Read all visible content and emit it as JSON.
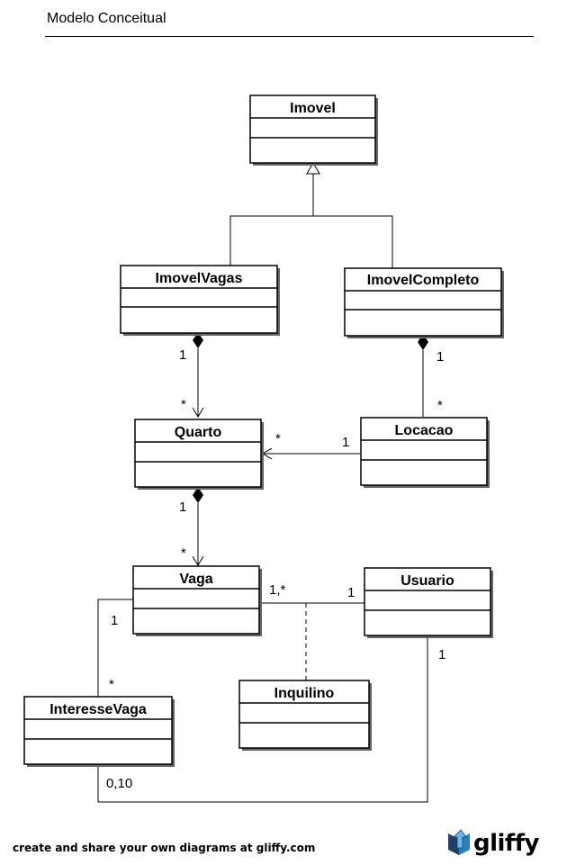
{
  "page": {
    "title": "Modelo Conceitual",
    "footer": "create and share your own diagrams at gliffy.com",
    "logo_text": "gliffy"
  },
  "classes": {
    "imovel": "Imovel",
    "imovel_vagas": "ImovelVagas",
    "imovel_completo": "ImovelCompleto",
    "quarto": "Quarto",
    "locacao": "Locacao",
    "vaga": "Vaga",
    "usuario": "Usuario",
    "interesse_vaga": "InteresseVaga",
    "inquilino": "Inquilino"
  },
  "multiplicities": {
    "imovelvagas_quarto_src": "1",
    "imovelvagas_quarto_dst": "*",
    "imovelcompleto_locacao_src": "1",
    "imovelcompleto_locacao_dst": "*",
    "locacao_quarto_src": "1",
    "locacao_quarto_dst": "*",
    "quarto_vaga_src": "1",
    "quarto_vaga_dst": "*",
    "vaga_usuario_vaga": "1,*",
    "vaga_usuario_usuario": "1",
    "vaga_interesse_vaga": "1",
    "vaga_interesse_interesse": "*",
    "usuario_interesse_usuario": "1",
    "usuario_interesse_interesse": "0,10"
  },
  "colors": {
    "stroke": "#000000",
    "shadow": "#666666",
    "logo_blue": "#2a7fc1"
  }
}
